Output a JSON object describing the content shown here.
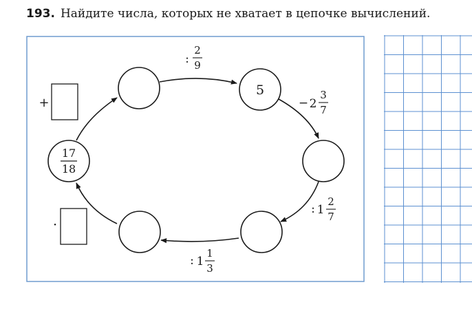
{
  "task": {
    "number": "193.",
    "instruction": "Найдите числа, которых не хватает в цепочке вычислений."
  },
  "nodes": [
    {
      "id": "top-right",
      "value": "5"
    },
    {
      "id": "right",
      "value": ""
    },
    {
      "id": "bottom-right",
      "value": ""
    },
    {
      "id": "bottom-left",
      "value": ""
    },
    {
      "id": "left",
      "value": {
        "numerator": "17",
        "denominator": "18"
      }
    },
    {
      "id": "top-left",
      "value": ""
    }
  ],
  "operations": {
    "top": {
      "sign": ":",
      "whole": "",
      "numerator": "2",
      "denominator": "9"
    },
    "top_right": {
      "sign": "−",
      "whole": "2",
      "numerator": "3",
      "denominator": "7"
    },
    "bottom_right": {
      "sign": ":",
      "whole": "1",
      "numerator": "2",
      "denominator": "7"
    },
    "bottom": {
      "sign": ":",
      "whole": "1",
      "numerator": "1",
      "denominator": "3"
    },
    "bottom_left": {
      "sign": "·"
    },
    "top_left": {
      "sign": "+"
    }
  },
  "colors": {
    "frame": "#6f9ccf",
    "grid": "#5b8fd0",
    "ink": "#1a1a1a"
  }
}
